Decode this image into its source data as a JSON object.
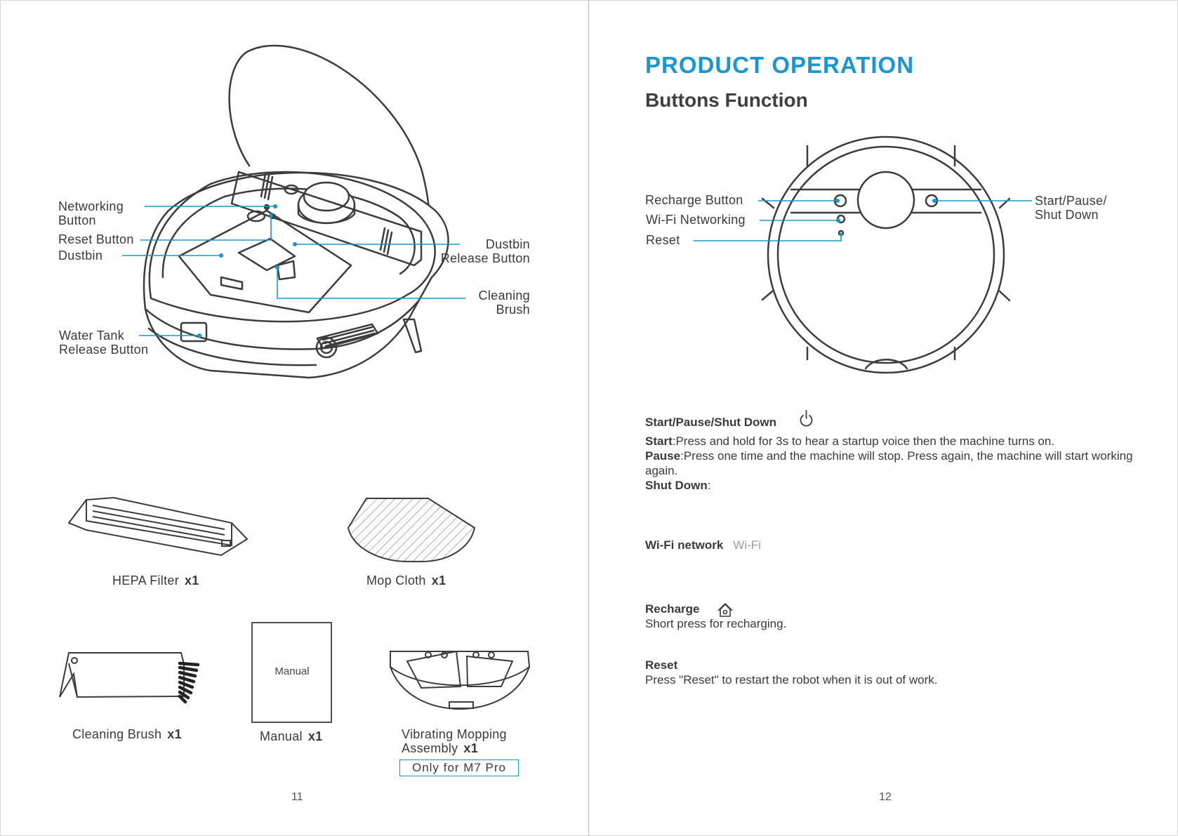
{
  "left_page": {
    "callouts": {
      "networking_button": "Networking\nButton",
      "reset_button": "Reset Button",
      "dustbin": "Dustbin",
      "water_tank_release": "Water Tank\nRelease Button",
      "dustbin_release": "Dustbin\nRelease Button",
      "cleaning_brush": "Cleaning\nBrush"
    },
    "accessories": [
      {
        "name": "HEPA Filter",
        "qty": "x1"
      },
      {
        "name": "Mop Cloth",
        "qty": "x1"
      },
      {
        "name": "Cleaning Brush",
        "qty": "x1"
      },
      {
        "name": "Manual",
        "qty": "x1"
      },
      {
        "name": "Vibrating Mopping\nAssembly",
        "qty": "x1"
      }
    ],
    "manual_cover_text": "Manual",
    "badge": "Only for M7 Pro",
    "page_number": "11"
  },
  "right_page": {
    "title": "PRODUCT OPERATION",
    "subtitle": "Buttons Function",
    "callouts": {
      "recharge_button": "Recharge Button",
      "wifi_networking": "Wi-Fi Networking",
      "reset": "Reset",
      "start_pause": "Start/Pause/\nShut Down"
    },
    "sections": {
      "start": {
        "title": "Start/Pause/Shut Down",
        "icon": "power-icon",
        "start_label": "Start",
        "start_text": ":Press and hold for 3s to hear a startup voice then the machine turns on.",
        "pause_label": "Pause",
        "pause_text": ":Press one time and the machine will stop. Press again, the machine will start working again.",
        "shutdown_label": "Shut Down",
        "shutdown_text": ":"
      },
      "wifi": {
        "title": "Wi-Fi network",
        "suffix": "Wi-Fi"
      },
      "recharge": {
        "title": "Recharge",
        "icon": "home-icon",
        "text": "Short press for recharging."
      },
      "reset": {
        "title": "Reset",
        "text": "Press \"Reset\" to restart the robot when it is out of work."
      }
    },
    "page_number": "12"
  },
  "colors": {
    "accent": "#1a96d2",
    "line": "#3c3c3c",
    "callout": "#1a96c8"
  }
}
